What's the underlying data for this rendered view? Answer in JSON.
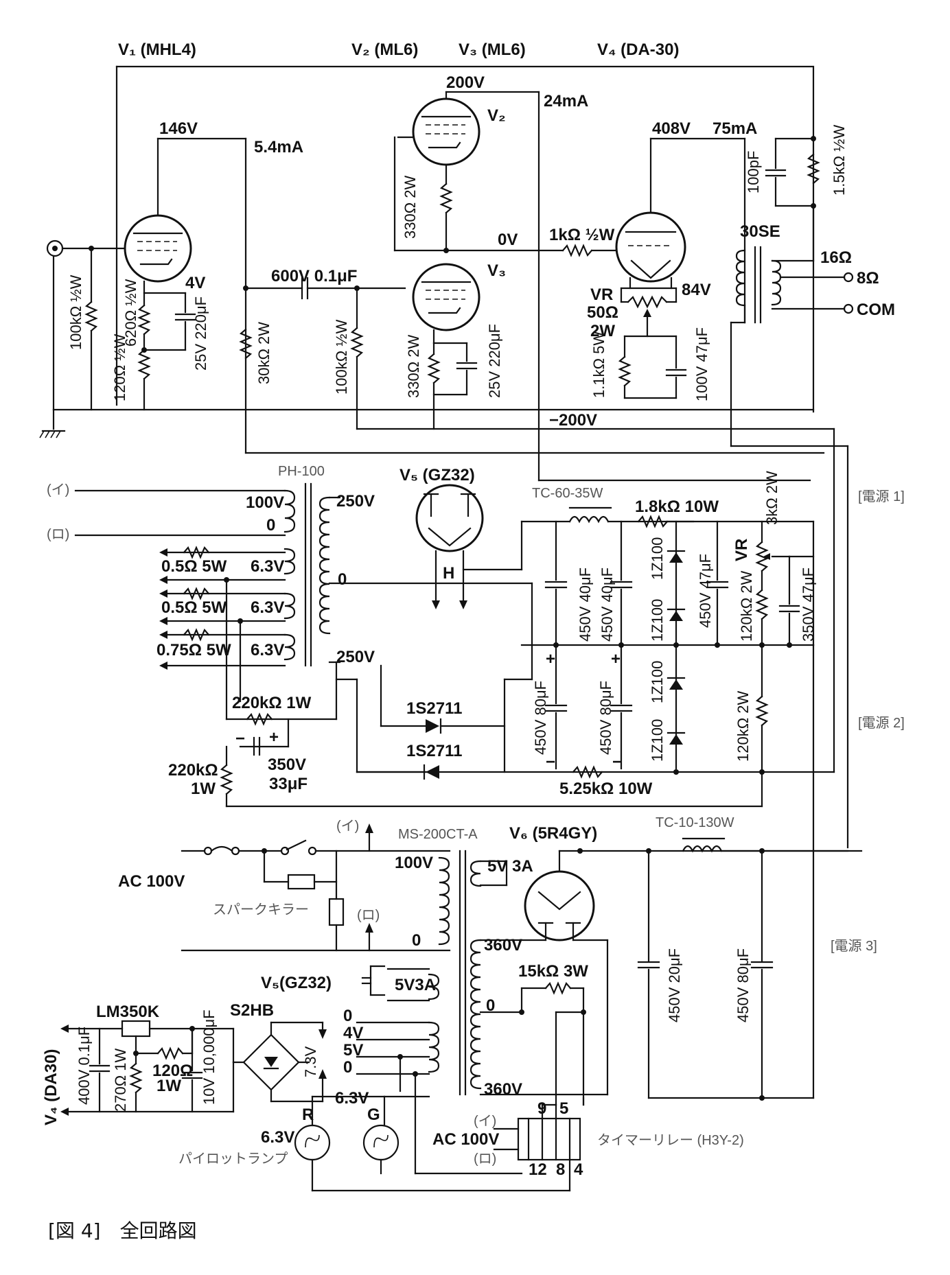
{
  "tubes": {
    "v1": "V₁ (MHL4)",
    "v2": "V₂ (ML6)",
    "v3": "V₃ (ML6)",
    "v4": "V₄ (DA-30)",
    "v5": "V₅ (GZ32)",
    "v6": "V₆ (5R4GY)",
    "v2_tag": "V₂",
    "v3_tag": "V₃",
    "v5_aux": "V₅(GZ32)",
    "v4_aux": "V₄ (DA30)"
  },
  "amp": {
    "v1_plate_v": "146V",
    "v1_plate_i": "5.4mA",
    "v1_cathode_v": "4V",
    "r_620": "620Ω ½W",
    "c_25v220_a": "25V 220μF",
    "r_100k_in": "100kΩ ½W",
    "r_120": "120Ω ½W",
    "r_30k": "30kΩ 2W",
    "c_coupling": "600V 0.1μF",
    "r_100k_grid": "100kΩ ½W",
    "v2_plate_v": "200V",
    "v2_i": "24mA",
    "r_330_a": "330Ω 2W",
    "node_0v": "0V",
    "r_330_b": "330Ω 2W",
    "c_25v220_b": "25V 220μF",
    "r_1k_grid": "1kΩ ½W",
    "v4_plate_v": "408V",
    "v4_i": "75mA",
    "v4_fil_v": "84V",
    "vr_hum": "VR",
    "vr_hum_val": "50Ω",
    "vr_hum_w": "2W",
    "r_1k1": "1.1kΩ 5W",
    "c_100v47": "100V 47μF",
    "c_100p": "100pF",
    "r_1k5": "1.5kΩ ½W",
    "ot": "30SE",
    "ot_16": "16Ω",
    "out_8": "8Ω",
    "out_com": "COM",
    "neg_bias": "−200V"
  },
  "psu1": {
    "pt": "PH-100",
    "in_i": "(イ)",
    "in_ro": "(ロ)",
    "tap_100": "100V",
    "tap_0": "0",
    "sec_250a": "250V",
    "sec_0": "0",
    "sec_250b": "250V",
    "h1": "6.3V",
    "h2": "6.3V",
    "h3": "6.3V",
    "r_h1": "0.5Ω 5W",
    "r_h2": "0.5Ω 5W",
    "r_h3": "0.75Ω 5W",
    "heater_h": "H",
    "choke": "TC-60-35W",
    "r_1k8": "1.8kΩ 10W",
    "c_40a": "450V 40μF",
    "c_40b": "450V 40μF",
    "z1": "1Z100",
    "z2": "1Z100",
    "z3": "1Z100",
    "z4": "1Z100",
    "c_47_450": "450V 47μF",
    "vr_3k": "3kΩ 2W",
    "vr_label": "VR",
    "r_120k_a": "120kΩ 2W",
    "c_350_47": "350V 47μF",
    "label1": "[電源 1]",
    "r_220k_a": "220kΩ 1W",
    "c_33": "350V",
    "c_33b": "33μF",
    "r_220k_b": "220kΩ",
    "r_220k_b2": "1W",
    "d1": "1S2711",
    "d2": "1S2711",
    "c_80a": "450V 80μF",
    "c_80b": "450V 80μF",
    "r_5k25": "5.25kΩ 10W",
    "r_120k_b": "120kΩ 2W",
    "label2": "[電源 2]",
    "plus": "+",
    "minus": "−"
  },
  "psu2": {
    "ac": "AC 100V",
    "pt": "MS-200CT-A",
    "in_i": "(イ)",
    "in_ro": "(ロ)",
    "spark": "スパークキラー",
    "p100": "100V",
    "p0": "0",
    "s5v3a": "5V 3A",
    "s360a": "360V",
    "s0": "0",
    "s360b": "360V",
    "r_15k": "15kΩ 3W",
    "choke": "TC-10-130W",
    "c_20": "450V 20μF",
    "c_80": "450V 80μF",
    "label3": "[電源 3]",
    "v5_5v3a": "5V3A",
    "t0a": "0",
    "t4": "4V",
    "t5": "5V",
    "t0b": "0",
    "t63": "6.3V",
    "reg": "LM350K",
    "r_270": "270Ω 1W",
    "r_120": "120Ω",
    "r_120w": "1W",
    "c_10000": "10V 10,000μF",
    "c_01": "400V 0.1μF",
    "bridge": "S2HB",
    "v73": "7.3V",
    "lamp_r": "R",
    "lamp_g": "G",
    "lamp_v": "6.3V",
    "lamp": "パイロットランプ",
    "timer_ac": "AC 100V",
    "timer": "タイマーリレー (H3Y-2)",
    "pin9": "9",
    "pin5": "5",
    "pin12": "12",
    "pin8": "8",
    "pin4": "4",
    "ti": "(イ)",
    "tro": "(ロ)"
  },
  "caption": "[図 4]　全回路図"
}
